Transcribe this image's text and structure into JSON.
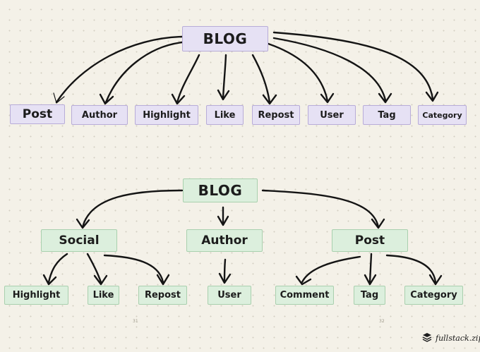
{
  "flat_diagram": {
    "root": "BLOG",
    "children": [
      "Post",
      "Author",
      "Highlight",
      "Like",
      "Repost",
      "User",
      "Tag",
      "Category"
    ]
  },
  "tree_diagram": {
    "root": "BLOG",
    "groups": [
      {
        "label": "Social",
        "children": [
          "Highlight",
          "Like",
          "Repost"
        ]
      },
      {
        "label": "Author",
        "children": [
          "User"
        ]
      },
      {
        "label": "Post",
        "children": [
          "Comment",
          "Tag",
          "Category"
        ]
      }
    ]
  },
  "page_numbers": {
    "left": "31",
    "right": "32"
  },
  "brand": {
    "name": "fullstack.zip",
    "icon": "stack-layers-icon"
  },
  "colors": {
    "purple_fill": "#e6e1f4",
    "green_fill": "#dcefdd",
    "ink": "#141414"
  }
}
